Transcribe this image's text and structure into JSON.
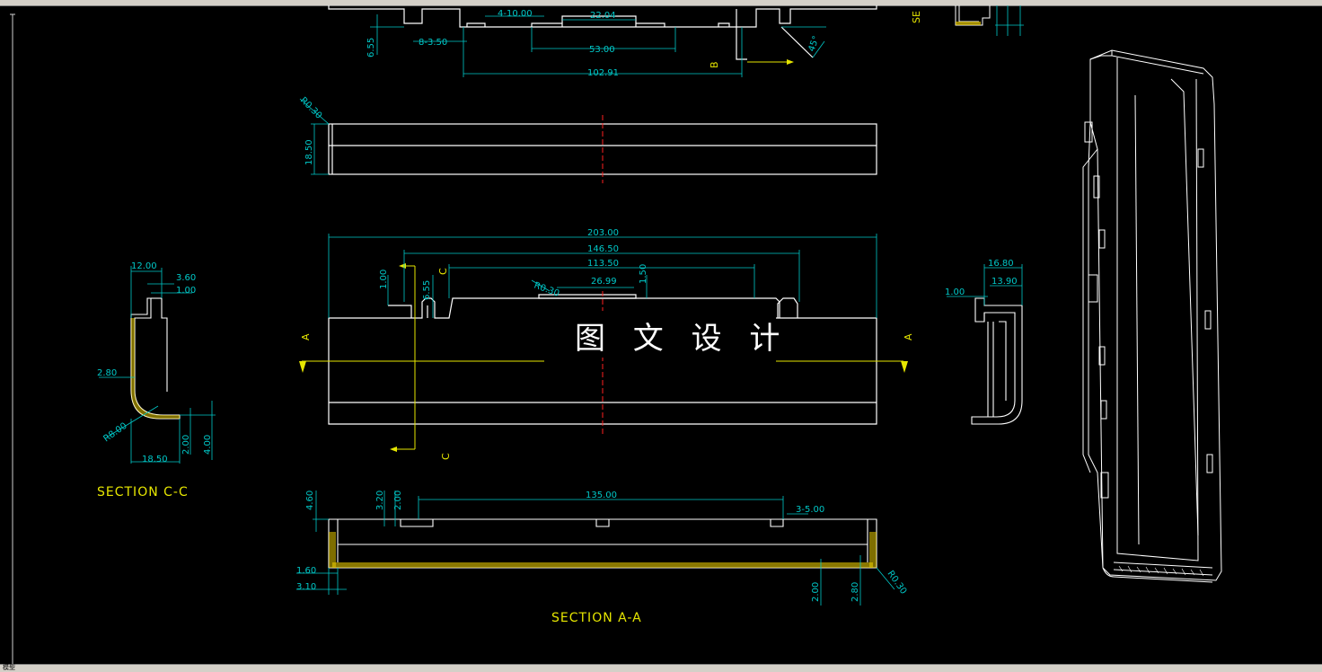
{
  "watermark": "图 文 设 计",
  "bottom_tab": "模型",
  "labels": {
    "section_cc": "SECTION C-C",
    "section_aa": "SECTION A-A",
    "section_partial": "SE",
    "mark_a_left": "A",
    "mark_a_right": "A",
    "mark_c_top": "C",
    "mark_c_bottom": "C",
    "mark_b": "B"
  },
  "dims_top_view": {
    "d_4_10": "4-10.00",
    "d_22_04": "22.04",
    "d_6_55": "6.55",
    "d_8_3_50": "8-3.50",
    "d_53_00": "53.00",
    "d_102_91": "102.91",
    "d_45": "45°"
  },
  "dims_side_view": {
    "d_r0_30": "R0.30",
    "d_18_50": "18.50"
  },
  "dims_plan_view": {
    "d_203_00": "203.00",
    "d_146_50": "146.50",
    "d_113_50": "113.50",
    "d_1_50": "1.50",
    "d_1_00": "1.00",
    "d_6_55": "6.55",
    "d_r0_30": "R0.30",
    "d_26_99": "26.99"
  },
  "dims_section_cc": {
    "d_12_00": "12.00",
    "d_3_60": "3.60",
    "d_1_00": "1.00",
    "d_2_80": "2.80",
    "d_r8_00": "R8.00",
    "d_18_50": "18.50",
    "d_2_00": "2.00",
    "d_4_00": "4.00"
  },
  "dims_section_aa": {
    "d_4_60": "4.60",
    "d_3_20": "3.20",
    "d_2_00a": "2.00",
    "d_135_00": "135.00",
    "d_3_5_00": "3-5.00",
    "d_1_60": "1.60",
    "d_3_10": "3.10",
    "d_2_00b": "2.00",
    "d_2_80": "2.80",
    "d_r0_30": "R0.30"
  },
  "dims_end_view": {
    "d_16_80": "16.80",
    "d_13_90": "13.90",
    "d_1_00": "1.00"
  },
  "colors": {
    "background": "#000000",
    "outline": "#ffffff",
    "dimension": "#00c8c8",
    "text_dim": "#00ff00",
    "label": "#e6e600",
    "centerline": "#ff2020",
    "hatch": "#e6c800"
  }
}
